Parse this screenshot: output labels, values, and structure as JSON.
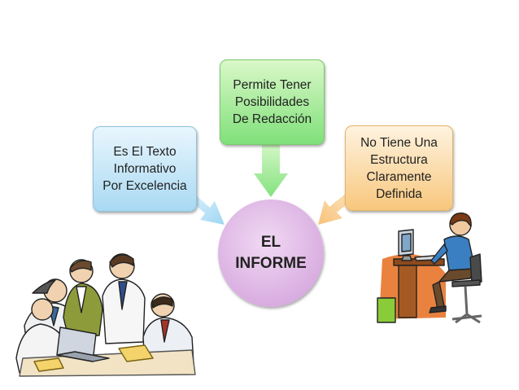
{
  "diagram": {
    "center": {
      "lines": [
        "EL",
        "INFORME"
      ],
      "color": "#d9aee0"
    },
    "nodes": [
      {
        "id": "left",
        "lines": [
          "Es El Texto",
          "Informativo",
          "Por Excelencia"
        ],
        "color": "#a9d9f3"
      },
      {
        "id": "top",
        "lines": [
          "Permite Tener",
          "Posibilidades",
          "De Redacción"
        ],
        "color": "#80e07a"
      },
      {
        "id": "right",
        "lines": [
          "No Tiene Una",
          "Estructura",
          "Claramente",
          "Definida"
        ],
        "color": "#f8c77d"
      }
    ]
  },
  "illustrations": {
    "left": "office-team-meeting-clipart",
    "right": "person-at-computer-clipart"
  }
}
